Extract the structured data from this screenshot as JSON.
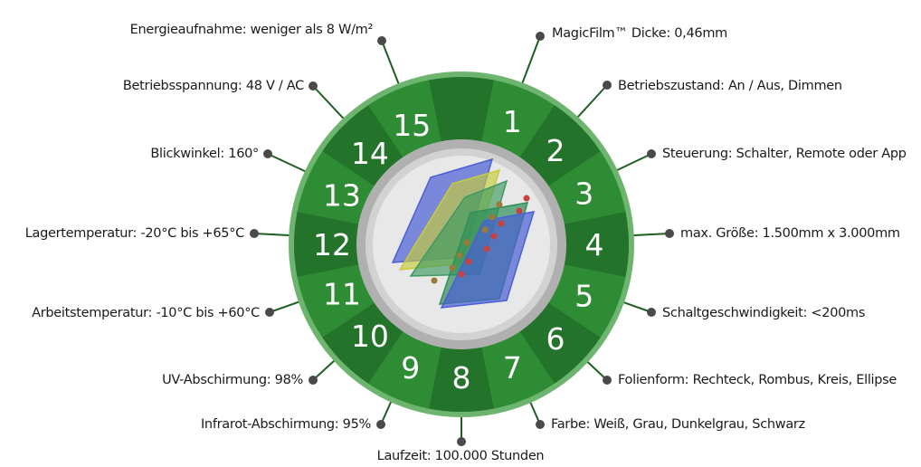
{
  "colors": {
    "dark": "#23732a",
    "light": "#2e8c34",
    "rim": "#6db56f",
    "line": "#1f5e23",
    "dot": "#4a4a4a",
    "gray": "#b0b0b0",
    "inner": "#e8e8e8"
  },
  "segments": [
    "",
    "1",
    "2",
    "3",
    "4",
    "5",
    "6",
    "7",
    "8",
    "9",
    "10",
    "11",
    "12",
    "13",
    "14",
    "15"
  ],
  "features": [
    {
      "num": "1",
      "text": "MagicFilm™ Dicke: 0,46mm"
    },
    {
      "num": "2",
      "text": "Betriebszustand: An / Aus, Dimmen"
    },
    {
      "num": "3",
      "text": "Steuerung: Schalter, Remote oder App"
    },
    {
      "num": "4",
      "text": "max. Größe: 1.500mm x 3.000mm"
    },
    {
      "num": "5",
      "text": "Schaltgeschwindigkeit: <200ms"
    },
    {
      "num": "6",
      "text": "Folienform: Rechteck, Rombus, Kreis, Ellipse"
    },
    {
      "num": "7",
      "text": "Farbe: Weiß, Grau, Dunkelgrau, Schwarz"
    },
    {
      "num": "8",
      "text": "Laufzeit: 100.000 Stunden"
    },
    {
      "num": "9",
      "text": "Infrarot-Abschirmung: 95%"
    },
    {
      "num": "10",
      "text": "UV-Abschirmung: 98%"
    },
    {
      "num": "11",
      "text": "Arbeitstemperatur: -10°C bis +60°C"
    },
    {
      "num": "12",
      "text": "Lagertemperatur: -20°C bis +65°C"
    },
    {
      "num": "13",
      "text": "Blickwinkel: 160°"
    },
    {
      "num": "14",
      "text": "Betriebsspannung: 48 V / AC"
    },
    {
      "num": "15",
      "text": "Energieaufnahme: weniger als 8 W/m²"
    }
  ]
}
